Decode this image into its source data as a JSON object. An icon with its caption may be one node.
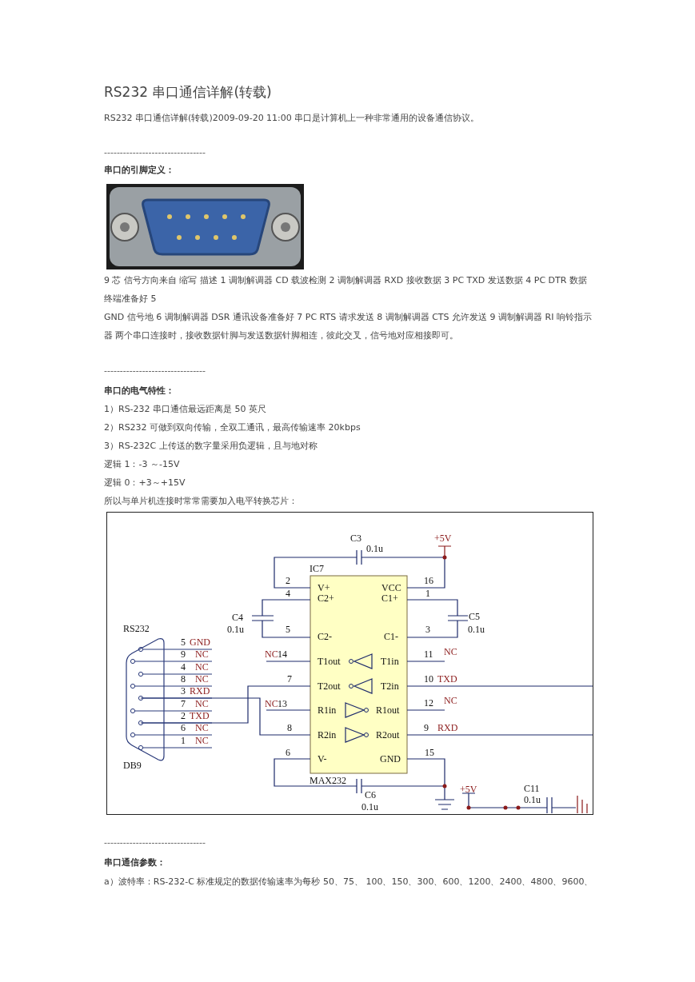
{
  "diagram": {
    "title": "RS232 串口通信详解(转载)",
    "labels": [
      "RS232 串口通信详解(转载)2009-09-20 11:00 串口是计算机上一种非常通用的设备通信协议。",
      "--------------------------------",
      "串口的引脚定义：",
      "9 芯 信号方向来自 缩写 描述 1 调制解调器 CD 载波检测 2 调制解调器 RXD 接收数据 3 PC TXD 发送数据 4 PC DTR 数据终端准备好 5",
      "GND 信号地 6 调制解调器 DSR 通讯设备准备好 7 PC RTS 请求发送 8 调制解调器 CTS 允许发送 9 调制解调器 RI 响铃指示器 两个串口连接时，接收数据针脚与发送数据针脚相连，彼此交叉，信号地对应相接即可。",
      "--------------------------------",
      "串口的电气特性：",
      "1）RS-232 串口通信最远距离是 50 英尺",
      "2）RS232 可做到双向传输，全双工通讯，最高传输速率 20kbps",
      "3）RS-232C 上传送的数字量采用负逻辑，且与地对称",
      "逻辑 1：-3 ～-15V",
      "逻辑 0：+3～+15V",
      "所以与单片机连接时常常需要加入电平转换芯片：",
      "C3",
      "0.1u",
      "+5V",
      "IC7",
      "2",
      "16",
      "V+",
      "VCC",
      "4",
      "1",
      "C2+",
      "C1+",
      "C4",
      "C5",
      "RS232",
      "0.1u",
      "5",
      "3",
      "0.1u",
      "C2-",
      "C1-",
      "5",
      "GND",
      "9",
      "NC",
      "4",
      "NC",
      "8",
      "NC",
      "3",
      "RXD",
      "7",
      "NC",
      "2",
      "TXD",
      "6",
      "NC",
      "1",
      "NC",
      "NC",
      "14",
      "T1out",
      "T1in",
      "11",
      "NC",
      "7",
      "10",
      "TXD",
      "T2out",
      "T2in",
      "NC",
      "13",
      "12",
      "NC",
      "R1in",
      "R1out",
      "8",
      "9",
      "RXD",
      "R2in",
      "R2out",
      "6",
      "15",
      "V-",
      "GND",
      "DB9",
      "MAX232",
      "C6",
      "0.1u",
      "+5V",
      "C11",
      "0.1u",
      "--------------------------------",
      "串口通信参数：",
      "a）波特率：RS-232-C 标准规定的数据传输速率为每秒 50、75、 100、150、300、600、1200、2400、4800、9600、"
    ]
  }
}
